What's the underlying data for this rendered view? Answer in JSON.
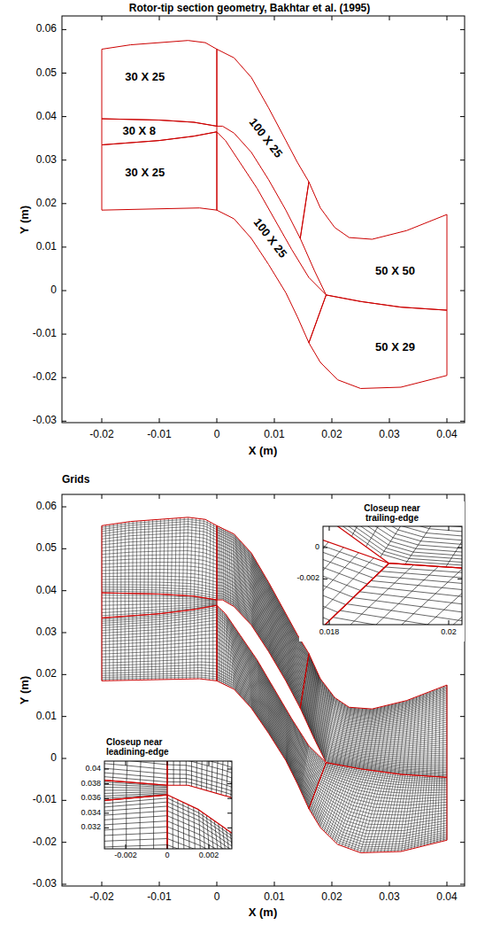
{
  "diagram": {
    "title": "Rotor-tip section geometry, Bakhtar et al. (1995)",
    "labels": [
      "30 X 25",
      "30 X 8",
      "30 X 25",
      "100 X 25",
      "100 X 25",
      "50 X 50",
      "50 X 29",
      "0.06",
      "0.05",
      "0.04",
      "0.03",
      "0.02",
      "0.01",
      "0",
      "-0.01",
      "-0.02",
      "-0.03",
      "-0.02",
      "-0.01",
      "0",
      "0.01",
      "0.02",
      "0.03",
      "0.04",
      "Y (m)",
      "X (m)",
      "Grids",
      "0.06",
      "0.05",
      "0.04",
      "0.03",
      "0.02",
      "0.01",
      "0",
      "-0.01",
      "-0.02",
      "-0.03",
      "-0.02",
      "-0.01",
      "0",
      "0.01",
      "0.02",
      "0.03",
      "0.04",
      "Y (m)",
      "X (m)",
      "Closeup near trailing-edge",
      "0",
      "-0.002",
      "0.018",
      "0.02",
      "Closeup near leadining-edge",
      "0.04",
      "0.038",
      "0.036",
      "0.034",
      "0.032",
      "-0.002",
      "0",
      "0.002"
    ]
  }
}
